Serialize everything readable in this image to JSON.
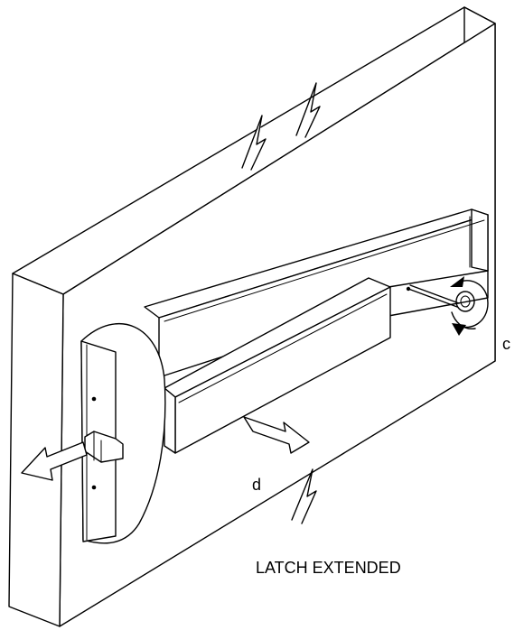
{
  "labels": {
    "callout_c": "c",
    "callout_d": "d",
    "caption": "LATCH EXTENDED"
  },
  "icons": {
    "latch_arrow": "hollow-arrow-left-icon",
    "bar_arrow": "hollow-arrow-right-icon",
    "rotate_arrow": "rotate-arrows-icon"
  },
  "colors": {
    "line": "#000000",
    "background": "#ffffff"
  }
}
